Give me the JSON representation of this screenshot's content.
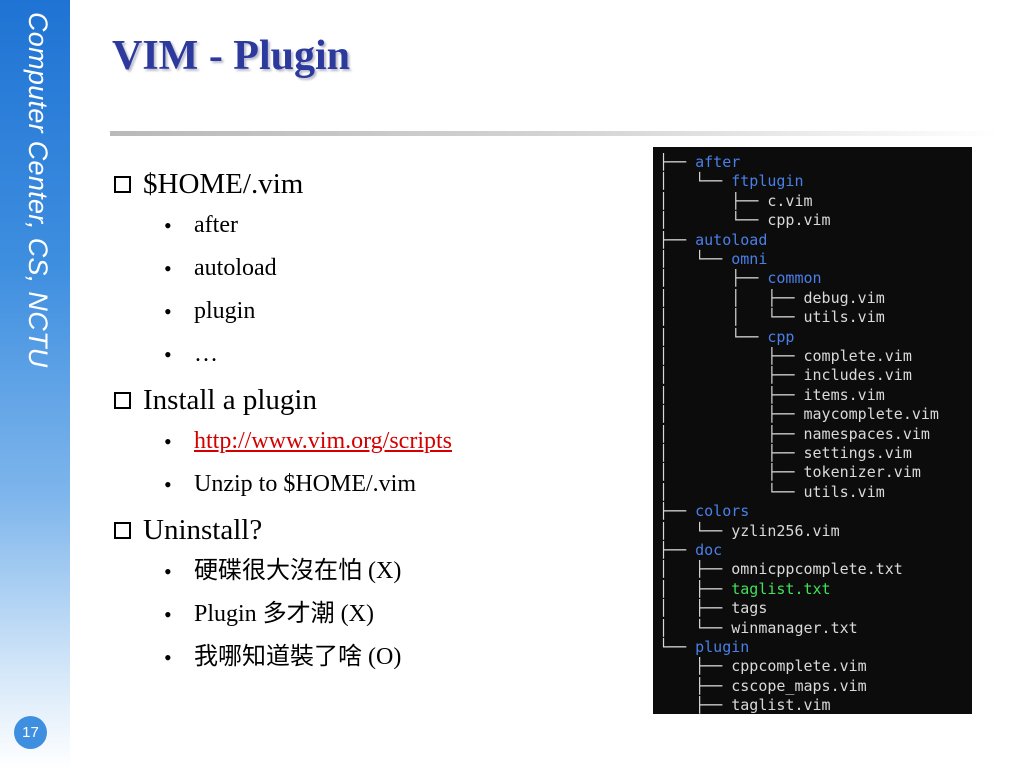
{
  "sidebar": {
    "text": "Computer Center, CS, NCTU",
    "page_number": "17"
  },
  "slide": {
    "title": "VIM - Plugin"
  },
  "sections": [
    {
      "heading": "$HOME/.vim",
      "items": [
        {
          "text": "after"
        },
        {
          "text": "autoload"
        },
        {
          "text": "plugin"
        },
        {
          "text": "…"
        }
      ]
    },
    {
      "heading": "Install a plugin",
      "items": [
        {
          "text": "http://www.vim.org/scripts",
          "link": true
        },
        {
          "text": "Unzip to $HOME/.vim"
        }
      ]
    },
    {
      "heading": "Uninstall?",
      "items": [
        {
          "text": "硬碟很大沒在怕 (X)"
        },
        {
          "text": "Plugin 多才潮 (X)"
        },
        {
          "text": "我哪知道裝了啥 (O)"
        }
      ]
    }
  ],
  "tree_colors": {
    "dir": "#4a7fe8",
    "file": "#d9d9d9",
    "exec": "#3fe05a",
    "line": "#d9d9d9"
  },
  "tree": [
    {
      "prefix": "├── ",
      "name": "after",
      "type": "dir"
    },
    {
      "prefix": "│   └── ",
      "name": "ftplugin",
      "type": "dir"
    },
    {
      "prefix": "│       ├── ",
      "name": "c.vim",
      "type": "file"
    },
    {
      "prefix": "│       └── ",
      "name": "cpp.vim",
      "type": "file"
    },
    {
      "prefix": "├── ",
      "name": "autoload",
      "type": "dir"
    },
    {
      "prefix": "│   └── ",
      "name": "omni",
      "type": "dir"
    },
    {
      "prefix": "│       ├── ",
      "name": "common",
      "type": "dir"
    },
    {
      "prefix": "│       │   ├── ",
      "name": "debug.vim",
      "type": "file"
    },
    {
      "prefix": "│       │   └── ",
      "name": "utils.vim",
      "type": "file"
    },
    {
      "prefix": "│       └── ",
      "name": "cpp",
      "type": "dir"
    },
    {
      "prefix": "│           ├── ",
      "name": "complete.vim",
      "type": "file"
    },
    {
      "prefix": "│           ├── ",
      "name": "includes.vim",
      "type": "file"
    },
    {
      "prefix": "│           ├── ",
      "name": "items.vim",
      "type": "file"
    },
    {
      "prefix": "│           ├── ",
      "name": "maycomplete.vim",
      "type": "file"
    },
    {
      "prefix": "│           ├── ",
      "name": "namespaces.vim",
      "type": "file"
    },
    {
      "prefix": "│           ├── ",
      "name": "settings.vim",
      "type": "file"
    },
    {
      "prefix": "│           ├── ",
      "name": "tokenizer.vim",
      "type": "file"
    },
    {
      "prefix": "│           └── ",
      "name": "utils.vim",
      "type": "file"
    },
    {
      "prefix": "├── ",
      "name": "colors",
      "type": "dir"
    },
    {
      "prefix": "│   └── ",
      "name": "yzlin256.vim",
      "type": "file"
    },
    {
      "prefix": "├── ",
      "name": "doc",
      "type": "dir"
    },
    {
      "prefix": "│   ├── ",
      "name": "omnicppcomplete.txt",
      "type": "file"
    },
    {
      "prefix": "│   ├── ",
      "name": "taglist.txt",
      "type": "exec"
    },
    {
      "prefix": "│   ├── ",
      "name": "tags",
      "type": "file"
    },
    {
      "prefix": "│   └── ",
      "name": "winmanager.txt",
      "type": "file"
    },
    {
      "prefix": "└── ",
      "name": "plugin",
      "type": "dir"
    },
    {
      "prefix": "    ├── ",
      "name": "cppcomplete.vim",
      "type": "file"
    },
    {
      "prefix": "    ├── ",
      "name": "cscope_maps.vim",
      "type": "file"
    },
    {
      "prefix": "    ├── ",
      "name": "taglist.vim",
      "type": "file"
    }
  ]
}
